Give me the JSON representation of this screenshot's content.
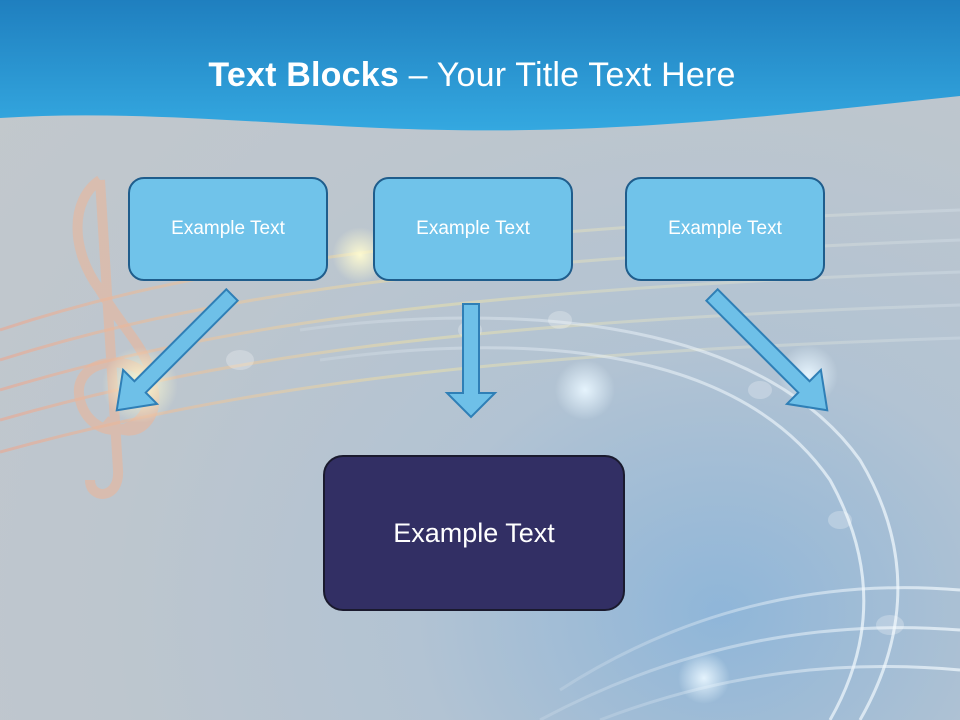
{
  "title": {
    "bold": "Text Blocks",
    "dash": " – ",
    "rest": "Your Title Text Here"
  },
  "blocks": {
    "top_left": "Example Text",
    "top_center": "Example Text",
    "top_right": "Example Text",
    "bottom": "Example Text"
  },
  "colors": {
    "header": "#2a9fd8",
    "small_box_fill": "#70c3ea",
    "small_box_border": "#1f5d8c",
    "big_box_fill": "#322f64",
    "arrow_fill": "#6ec0e8"
  }
}
